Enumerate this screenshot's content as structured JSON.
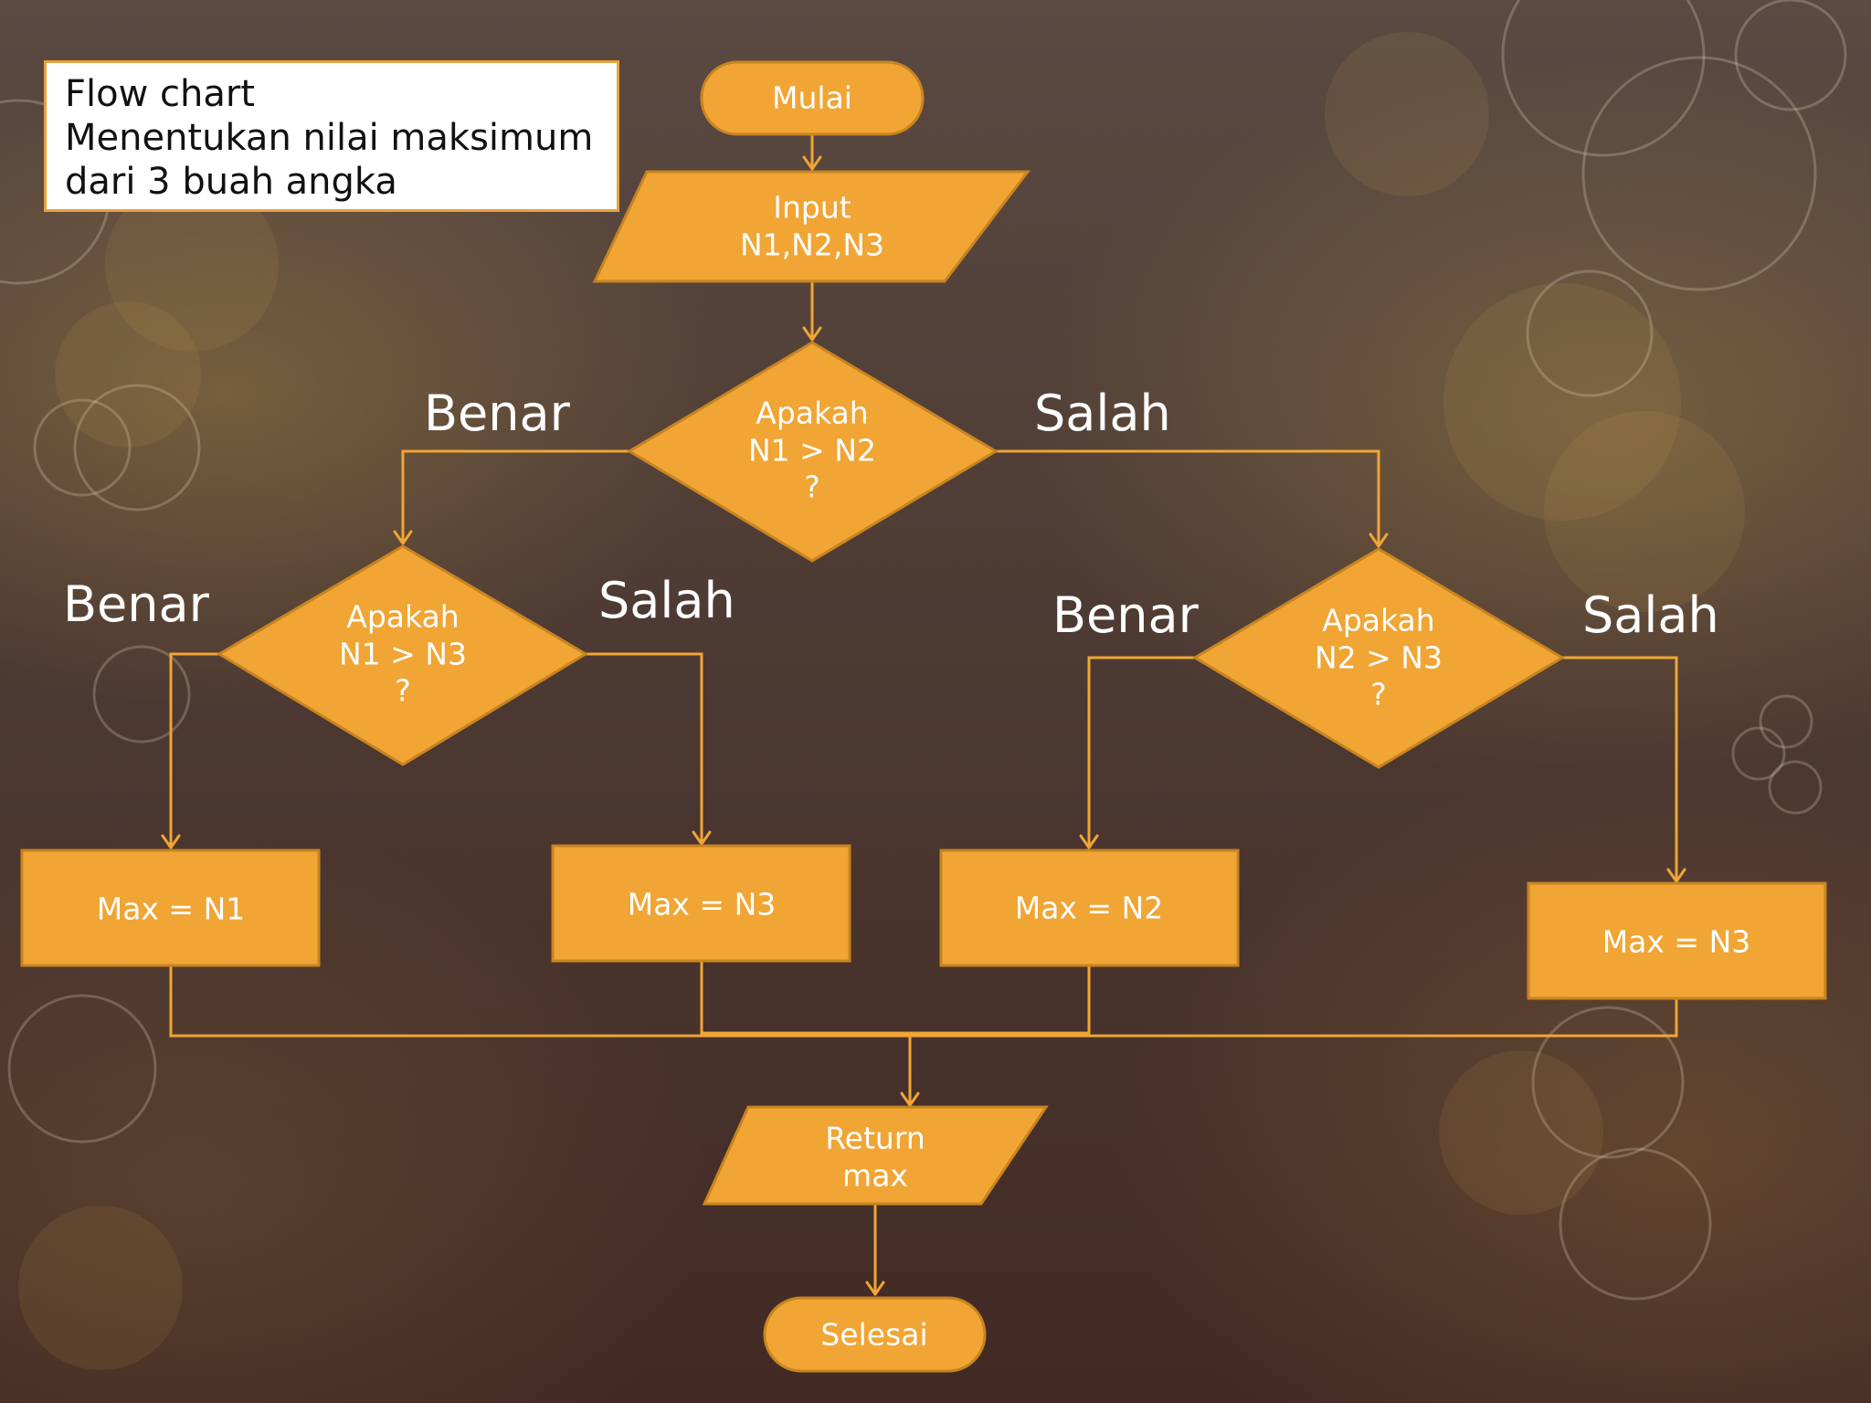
{
  "title": {
    "line1": "Flow chart",
    "line2": "Menentukan nilai maksimum",
    "line3": "dari 3 buah angka"
  },
  "nodes": {
    "start": "Mulai",
    "input": [
      "Input",
      "N1,N2,N3"
    ],
    "decision1": [
      "Apakah",
      "N1 > N2",
      "?"
    ],
    "decision2": [
      "Apakah",
      "N1 > N3",
      "?"
    ],
    "decision3": [
      "Apakah",
      "N2 > N3",
      "?"
    ],
    "process1": "Max = N1",
    "process2": "Max = N3",
    "process3": "Max = N2",
    "process4": "Max = N3",
    "output": [
      "Return",
      "max"
    ],
    "end": "Selesai"
  },
  "branches": {
    "d1_true": "Benar",
    "d1_false": "Salah",
    "d2_true": "Benar",
    "d2_false": "Salah",
    "d3_true": "Benar",
    "d3_false": "Salah"
  },
  "colors": {
    "shape_fill": "#f0a535",
    "shape_stroke": "#c88420",
    "line": "#f0a535",
    "text": "#ffffff"
  }
}
